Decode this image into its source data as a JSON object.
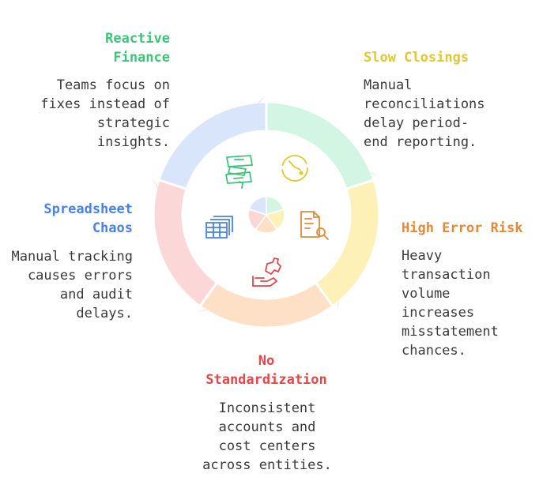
{
  "segments": [
    {
      "id": "reactive-finance",
      "title_lines": [
        "Reactive",
        "Finance"
      ],
      "desc_lines": [
        "Teams focus on",
        "fixes instead of",
        "strategic",
        "insights."
      ],
      "title_color": "#3fc27a",
      "ring_color": "#d2f6e3",
      "icon": "ribbon-certificate-icon",
      "icon_color": "#3fc27a"
    },
    {
      "id": "slow-closings",
      "title_lines": [
        "Slow Closings"
      ],
      "desc_lines": [
        "Manual",
        "reconciliations",
        "delay period-",
        "end reporting."
      ],
      "title_color": "#e2c632",
      "ring_color": "#fdf1b8",
      "icon": "clock-delay-icon",
      "icon_color": "#e2c632"
    },
    {
      "id": "high-error-risk",
      "title_lines": [
        "High Error Risk"
      ],
      "desc_lines": [
        "Heavy",
        "transaction",
        "volume",
        "increases",
        "misstatement",
        "chances."
      ],
      "title_color": "#e08b3a",
      "ring_color": "#fde0c6",
      "icon": "document-search-icon",
      "icon_color": "#e08b3a"
    },
    {
      "id": "no-standardization",
      "title_lines": [
        "No",
        "Standardization"
      ],
      "desc_lines": [
        "Inconsistent",
        "accounts and",
        "cost centers",
        "across entities."
      ],
      "title_color": "#e0484a",
      "ring_color": "#fcd7d8",
      "icon": "puzzle-hand-icon",
      "icon_color": "#e0484a"
    },
    {
      "id": "spreadsheet-chaos",
      "title_lines": [
        "Spreadsheet",
        "Chaos"
      ],
      "desc_lines": [
        "Manual tracking",
        "causes errors",
        "and audit",
        "delays."
      ],
      "title_color": "#4a82e0",
      "ring_color": "#d9e5fb",
      "icon": "spreadsheet-stack-icon",
      "icon_color": "#4a82e0"
    }
  ]
}
